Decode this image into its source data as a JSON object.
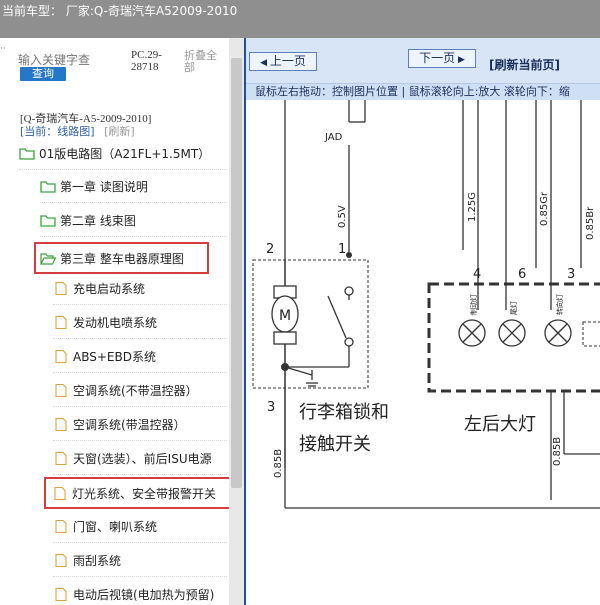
{
  "header": {
    "title": "当前车型： 厂家:Q-奇瑞汽车A52009-2010"
  },
  "search": {
    "placeholder": "输入关键字查",
    "button_label": "查询"
  },
  "pc_code": "PC.29-28718",
  "collapse_label": "折叠全部",
  "brand_line": "[Q-奇瑞汽车-A5-2009-2010]",
  "current": {
    "label": "[当前：线路图]",
    "refresh": "[刷新]"
  },
  "tree": {
    "root": "01版电路图（A21FL+1.5MT）",
    "chapters": [
      "第一章 读图说明",
      "第二章 线束图",
      "第三章 整车电器原理图"
    ],
    "systems": [
      "充电启动系统",
      "发动机电喷系统",
      "ABS+EBD系统",
      "空调系统(不带温控器）",
      "空调系统(带温控器）",
      "天窗(选装）、前后ISU电源",
      "灯光系统、安全带报警开关",
      "门窗、喇叭系统",
      "雨刮系统",
      "电动后视镜(电加热为预留)"
    ]
  },
  "viewer": {
    "prev_label": "上一页",
    "next_label": "下一页",
    "refresh_label": "[刷新当前页]",
    "hint": "鼠标左右拖动：控制图片位置 | 鼠标滚轮向上:放大   滚轮向下：缩"
  },
  "diagram": {
    "labels": {
      "jad": "JAD",
      "w05v": "0.5V",
      "w125g": "1.25G",
      "w085gr": "0.85Gr",
      "w085br": "0.85Br",
      "w085b_left": "0.85B",
      "w085b_mid": "0.85B",
      "pin1": "1",
      "pin2": "2",
      "pin3_left": "3",
      "pin4": "4",
      "pin6": "6",
      "pin3_right": "3",
      "motor": "M",
      "trunk_switch_line1": "行李箱锁和",
      "trunk_switch_line2": "接触开关",
      "left_rear_lamp": "左后大灯",
      "lamp_a": "制动灯",
      "lamp_b": "尾灯",
      "lamp_c": "转向灯"
    }
  },
  "colors": {
    "header_bg": "#8f8f8f",
    "button_blue": "#2577c9",
    "highlight": "#d93c3c",
    "toolbar_bg": "#d7e5f7"
  },
  "icons": {
    "folder": "folder-icon",
    "document": "document-icon",
    "left_arrow": "arrow-left-icon",
    "right_arrow": "arrow-right-icon"
  }
}
